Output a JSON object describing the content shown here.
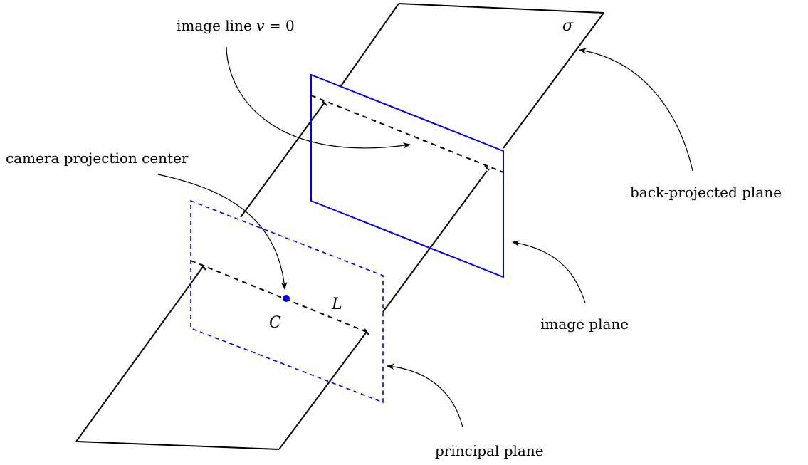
{
  "labels": {
    "image_line_prefix": "image line ",
    "image_line_var": "v",
    "image_line_suffix": " = 0",
    "sigma": "σ",
    "camera_projection_center": "camera projection center",
    "back_projected_plane": "back-projected plane",
    "image_plane": "image plane",
    "principal_plane": "principal plane",
    "point_c": "C",
    "line_l": "L"
  },
  "colors": {
    "stroke": "#000000",
    "planes": "#0000ee",
    "point": "#0000ee"
  }
}
